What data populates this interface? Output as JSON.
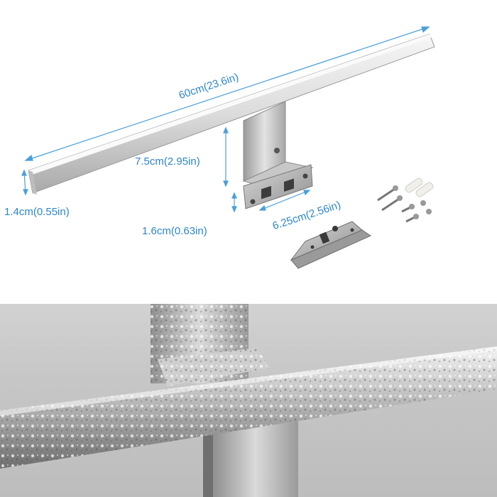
{
  "dimensions": {
    "length": "60cm(23.6in)",
    "bar_height": "1.4cm(0.55in)",
    "arm_length": "7.5cm(2.95in)",
    "bracket_thickness": "1.6cm(0.63in)",
    "bracket_width": "6.25cm(2.56in)"
  },
  "colors": {
    "dimension_text": "#2e86c8",
    "dimension_line": "#4a9fdc",
    "chrome_light": "#f2f2f2",
    "chrome_mid": "#bdbdbd",
    "chrome_dark": "#7a7a7a",
    "background_bottom": "#c8c8c8"
  }
}
